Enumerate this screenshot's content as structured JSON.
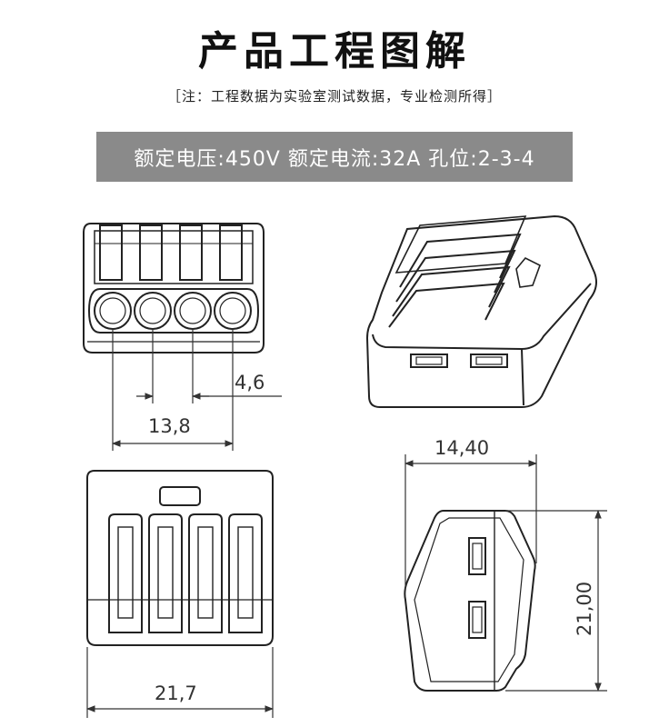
{
  "page": {
    "title": "产品工程图解",
    "note": "［注：工程数据为实验室测试数据，专业检测所得］",
    "spec": "额定电压:450V 额定电流:32A 孔位:2-3-4"
  },
  "dimensions": {
    "hole_pitch": "4,6",
    "front_width": "13,8",
    "side_depth": "14,40",
    "side_height": "21,00",
    "top_width": "21,7"
  }
}
